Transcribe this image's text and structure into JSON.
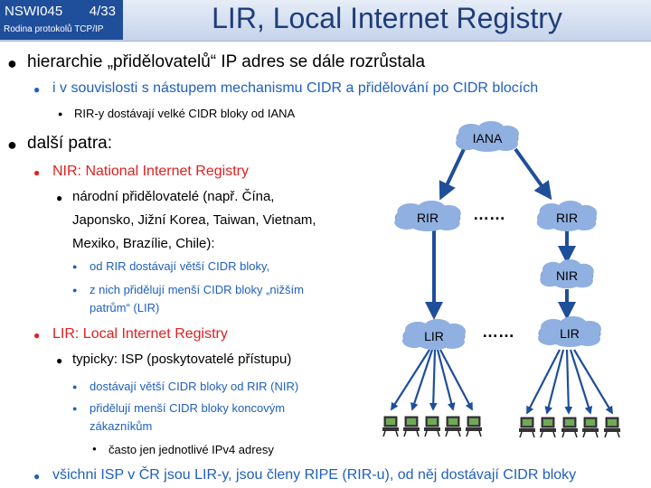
{
  "header": {
    "course_code": "NSWI045",
    "slide_number": "4/33",
    "course_subtitle": "Rodina protokolů TCP/IP",
    "title": "LIR, Local Internet Registry"
  },
  "bullets": [
    {
      "text": "hierarchie „přidělovatelů“ IP adres se dále rozrůstala"
    },
    {
      "text": "i v souvislosti s nástupem mechanismu CIDR a přidělování po CIDR blocích"
    },
    {
      "text": "RIR-y dostávají velké CIDR bloky od IANA"
    },
    {
      "text": "další patra:"
    },
    {
      "text": "NIR: National Internet Registry"
    },
    {
      "text": "národní přidělovatelé (např. Čína,"
    },
    {
      "text": "Japonsko, Jižní Korea, Taiwan, Vietnam,"
    },
    {
      "text": "Mexiko, Brazílie, Chile):"
    },
    {
      "text": "od RIR dostávají větší CIDR bloky,"
    },
    {
      "text": "z nich přidělují  menší CIDR bloky „nižším"
    },
    {
      "text": "patrům“ (LIR)"
    },
    {
      "text": "LIR: Local Internet Registry"
    },
    {
      "text": "typicky: ISP (poskytovatelé přístupu)"
    },
    {
      "text": "dostávají větší CIDR bloky od RIR (NIR)"
    },
    {
      "text": "přidělují  menší CIDR bloky koncovým"
    },
    {
      "text": "zákazníkům"
    },
    {
      "text": "často jen jednotlivé IPv4 adresy"
    },
    {
      "text": "všichni ISP v ČR jsou LIR-y, jsou členy RIPE (RIR-u), od něj dostávají CIDR bloky"
    }
  ],
  "diagram": {
    "nodes": {
      "iana": "IANA",
      "rir_left": "RIR",
      "rir_right": "RIR",
      "nir": "NIR",
      "lir_left": "LIR",
      "lir_right": "LIR"
    },
    "ellipsis_top": "……",
    "ellipsis_bottom": "……",
    "cloud_color": "#8fb0e0",
    "arrow_color": "#1f4e9a"
  }
}
